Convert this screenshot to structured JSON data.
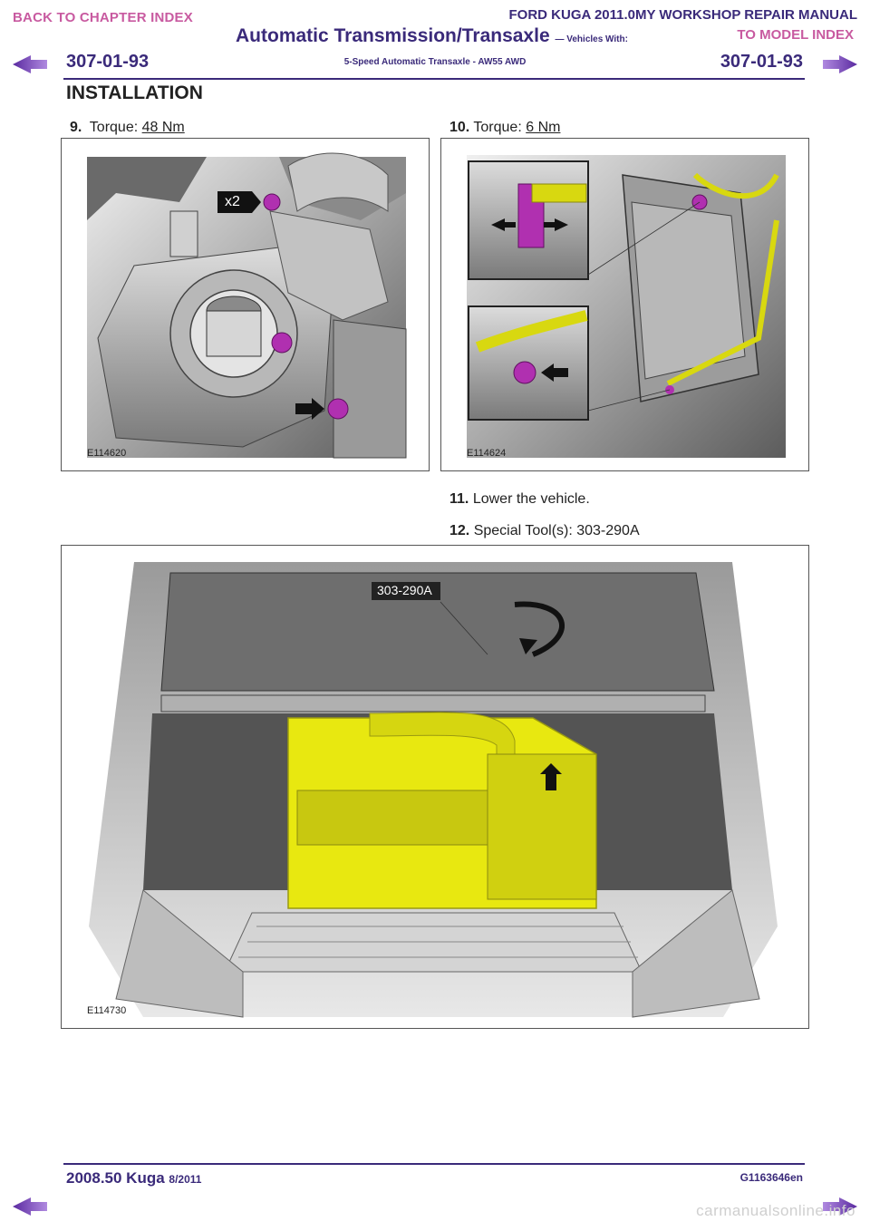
{
  "header": {
    "back_link": "BACK TO CHAPTER INDEX",
    "manual_title": "FORD KUGA 2011.0MY WORKSHOP REPAIR MANUAL",
    "model_link": "TO MODEL INDEX",
    "section_title": "Automatic Transmission/Transaxle",
    "vehicles_with": "— Vehicles With:",
    "subtitle": "5-Speed Automatic Transaxle - AW55 AWD",
    "page_number": "307-01-93",
    "heading": "INSTALLATION"
  },
  "steps": [
    {
      "num": "9.",
      "label": "Torque: ",
      "value": "48 Nm"
    },
    {
      "num": "10.",
      "label": "Torque: ",
      "value": "6 Nm"
    },
    {
      "num": "11.",
      "text": "Lower the vehicle."
    },
    {
      "num": "12.",
      "text": "Special Tool(s): 303-290A"
    }
  ],
  "figures": [
    {
      "id": "E114620",
      "callout": "x2"
    },
    {
      "id": "E114624"
    },
    {
      "id": "E114730",
      "callout": "303-290A"
    }
  ],
  "footer": {
    "model": "2008.50 Kuga",
    "date": "8/2011",
    "doc_code": "G1163646en",
    "watermark": "carmanualsonline.info"
  },
  "colors": {
    "title_blue": "#3a2a7a",
    "link_pink": "#c85aa0",
    "nav_arrow": "#8a5cc8",
    "highlight_yellow": "#e8e810",
    "bolt_magenta": "#b030b0"
  },
  "icons": {
    "prev": "left-arrow-icon",
    "next": "right-arrow-icon"
  }
}
